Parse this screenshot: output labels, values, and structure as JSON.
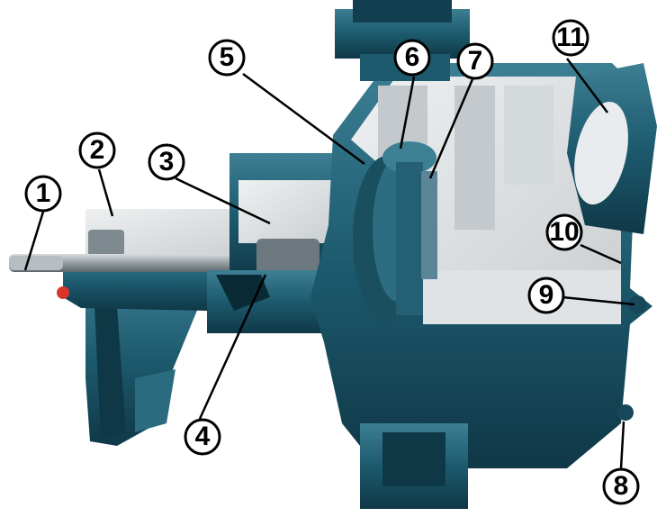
{
  "callouts": [
    {
      "label": "1"
    },
    {
      "label": "2"
    },
    {
      "label": "3"
    },
    {
      "label": "4"
    },
    {
      "label": "5"
    },
    {
      "label": "6"
    },
    {
      "label": "7"
    },
    {
      "label": "8"
    },
    {
      "label": "9"
    },
    {
      "label": "10"
    },
    {
      "label": "11"
    }
  ],
  "colors": {
    "casting": "#1d5a6e",
    "casting_dark": "#0f3847",
    "casting_light": "#3d7f93",
    "cutaway": "#e3e6e8",
    "cutaway_shade": "#c3c9cd",
    "shaft": "#9aa3a8",
    "accent_red": "#d9342b",
    "callout_ink": "#000000"
  }
}
